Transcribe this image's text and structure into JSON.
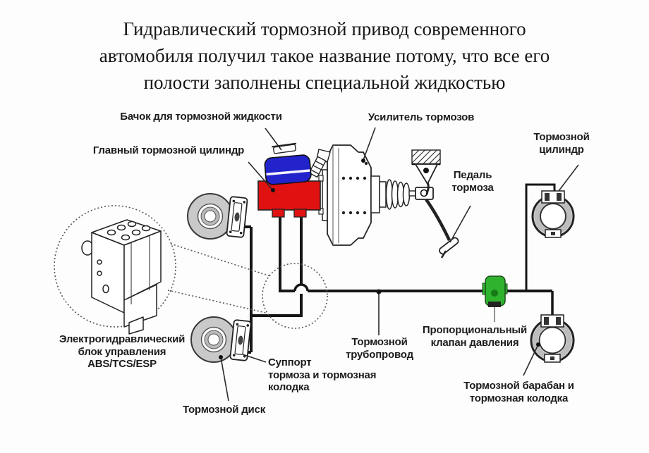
{
  "title": "Гидравлический тормозной привод современного\nавтомобиля получил такое название потому, что все его\nполости заполнены специальной жидкостью",
  "labels": {
    "reservoir": "Бачок для тормозной жидкости",
    "master_cylinder": "Главный тормозной цилиндр",
    "booster": "Усилитель тормозов",
    "wheel_cylinder": "Тормозной\nцилиндр",
    "pedal": "Педаль\nтормоза",
    "abs_unit": "Электрогидравлический\nблок управления\nABS/TCS/ESP",
    "brake_disc": "Тормозной диск",
    "caliper": "Суппорт\nтормоза и тормозная\nколодка",
    "brake_line": "Тормозной\nтрубопровод",
    "prop_valve": "Пропорциональный\nклапан давления",
    "brake_drum": "Тормозной барабан и\nтормозная колодка"
  },
  "colors": {
    "reservoir_blue": "#2323cc",
    "cylinder_red": "#e01111",
    "valve_green": "#2fb32f",
    "pipe_black": "#161616",
    "disc_gray": "#c9c9c9",
    "background": "#fdfdfd"
  }
}
